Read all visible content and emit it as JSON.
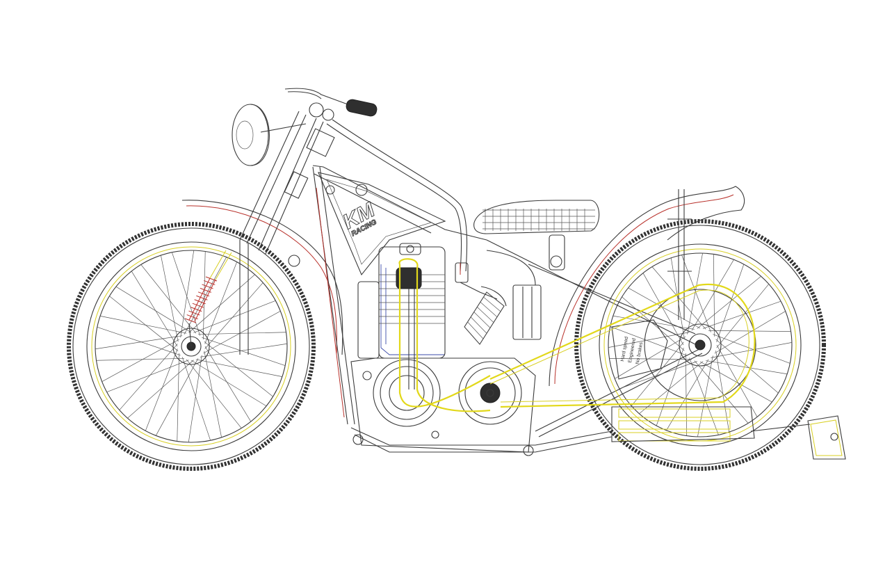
{
  "tank_logo": {
    "mark": "KM",
    "word": "RACING"
  },
  "sprocket_cover_text": {
    "lines": [
      "Hard speed",
      "Engineered",
      "No brakes"
    ]
  },
  "colors": {
    "line": "#3a3a3a",
    "chain": "#e2d81a",
    "shock_spring": "#b8302a",
    "fender_edge": "#b8302a",
    "frame_detail": "#3a4aa8",
    "background": "#ffffff"
  },
  "icons": {
    "drawing": "motorcycle-blueprint-icon"
  }
}
